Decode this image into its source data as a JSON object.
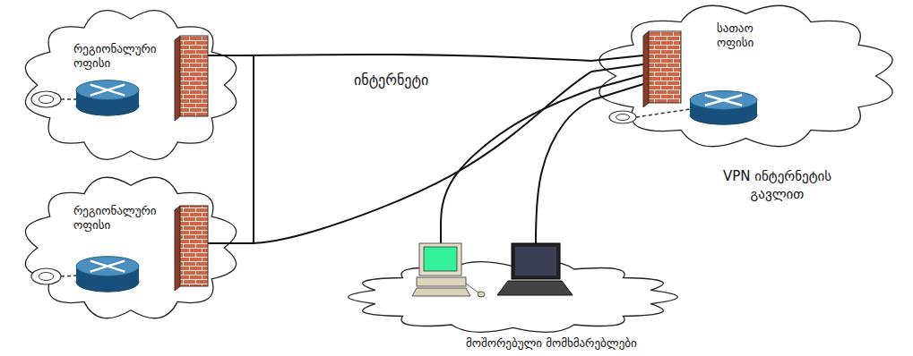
{
  "diagram": {
    "nodes": [
      {
        "text": [
          "რეგიონალური ოფისი"
        ]
      },
      {
        "text": [
          "სათაო ოფისი"
        ]
      },
      {
        "text": [
          "რეგიონალური ოფისი"
        ]
      },
      {
        "text": [
          "მოშორებული მომხმარებლები"
        ]
      }
    ],
    "edges": [
      {
        "from": 0,
        "to": 1,
        "arrow": "none"
      },
      {
        "from": 0,
        "to": 2,
        "arrow": "none"
      },
      {
        "from": 2,
        "to": 1,
        "arrow": "none"
      },
      {
        "from": 3,
        "to": 1,
        "arrow": "none"
      },
      {
        "from": 3,
        "to": 1,
        "arrow": "none"
      }
    ],
    "labels": [
      "ინტერნეტი",
      "VPN ინტერნეტის გავლით"
    ]
  }
}
